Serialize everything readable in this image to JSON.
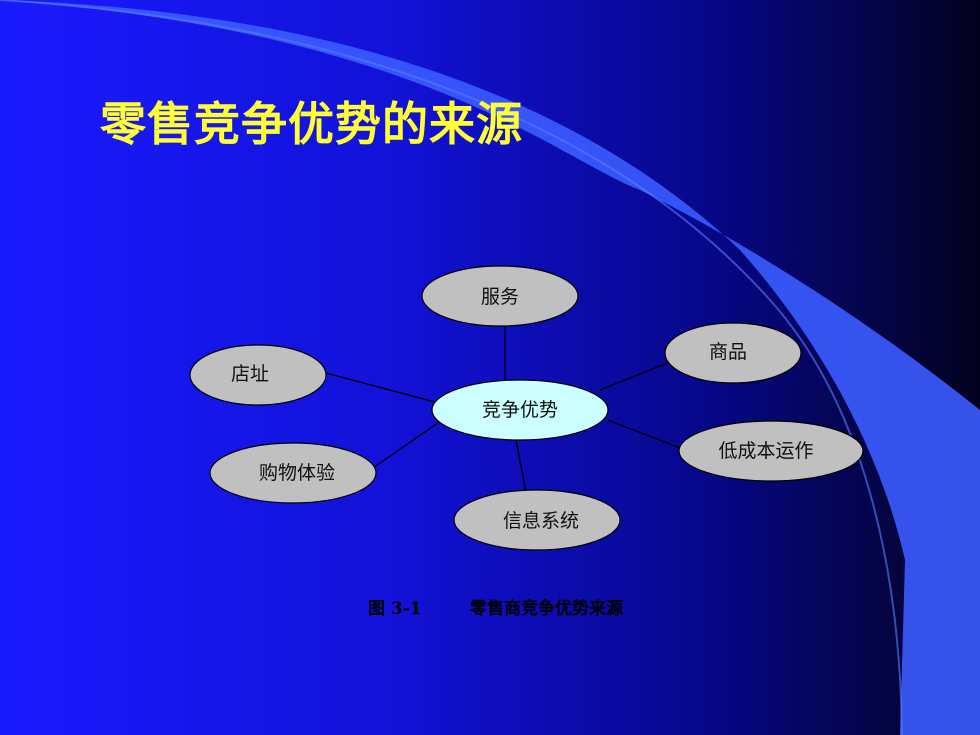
{
  "slide": {
    "title": "零售竞争优势的来源",
    "caption_number": "图 3-1",
    "caption_text": "零售商竞争优势来源"
  },
  "diagram": {
    "center": "竞争优势",
    "nodes": [
      {
        "id": "service",
        "label": "服务"
      },
      {
        "id": "goods",
        "label": "商品"
      },
      {
        "id": "location",
        "label": "店址"
      },
      {
        "id": "low-cost",
        "label": "低成本运作"
      },
      {
        "id": "shopping-experience",
        "label": "购物体验"
      },
      {
        "id": "info-system",
        "label": "信息系统"
      }
    ]
  },
  "colors": {
    "title": "#ffff33",
    "center_fill": "#ccffff",
    "node_fill": "#c0c0c0",
    "accent_blue": "#3366ff"
  }
}
